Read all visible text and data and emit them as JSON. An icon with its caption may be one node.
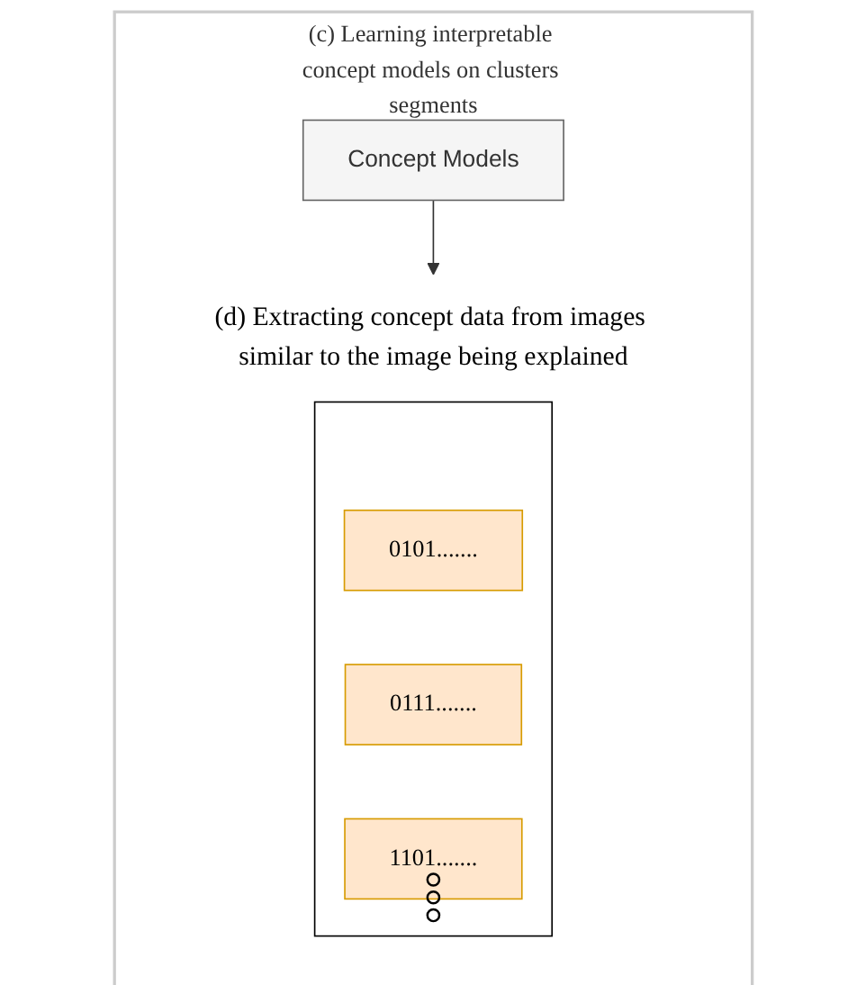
{
  "diagram": {
    "nodes": [
      {
        "text": [
          "(c) Learning interpretable concept models on clusters segments"
        ]
      },
      {
        "text": [
          "Concept Models"
        ],
        "in": 0
      },
      {
        "text": [
          "(d) Extracting concept data from images similar to the image being explained"
        ],
        "in": 0
      },
      {
        "text": [],
        "shape": "bracket",
        "in": 0
      },
      {
        "text": [
          "0101......."
        ],
        "in": 3
      },
      {
        "text": [
          "0111......."
        ],
        "in": 3
      },
      {
        "text": [
          "1101......."
        ],
        "in": 3
      }
    ],
    "edges": [
      {
        "from": 1,
        "to": 2,
        "arrow": "to"
      }
    ]
  }
}
